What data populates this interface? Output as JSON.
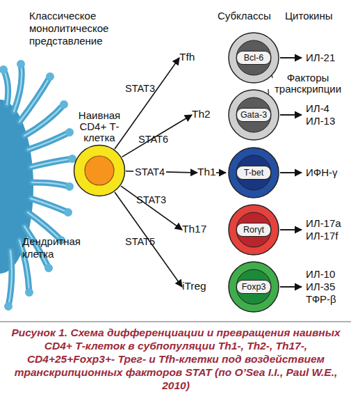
{
  "diagram": {
    "caption": "Рисунок 1. Схема дифференциации и превращения наивных CD4+ Т-клеток в субпопуляции Th1-, Th2-, Th17-, CD4+25+Foxp3+- Трег- и Tfh-клетки под воздействием транскрипционных факторов STAT (по O’Sea I.I., Paul W.E., 2010)",
    "nodes": [
      {
        "text": [
          "Наивная CD4+ Т-клетка"
        ]
      },
      {
        "text": [
          "Tfh"
        ]
      },
      {
        "text": [
          "Bcl-6"
        ],
        "in": 1
      },
      {
        "text": [
          "Th2"
        ]
      },
      {
        "text": [
          "Gata-3"
        ],
        "in": 3
      },
      {
        "text": [
          "Th1"
        ]
      },
      {
        "text": [
          "T-bet"
        ],
        "in": 5
      },
      {
        "text": [
          "Th17"
        ]
      },
      {
        "text": [
          "Rorγt"
        ],
        "in": 7
      },
      {
        "text": [
          "iTreg"
        ]
      },
      {
        "text": [
          "Foxp3"
        ],
        "in": 9
      }
    ],
    "edges": [
      {
        "from": 0,
        "to": 1,
        "label": "STAT3",
        "arrow": "to"
      },
      {
        "from": 0,
        "to": 3,
        "label": "STAT6",
        "arrow": "to"
      },
      {
        "from": 0,
        "to": 5,
        "label": "STAT4",
        "arrow": "to"
      },
      {
        "from": 0,
        "to": 7,
        "label": "STAT3",
        "arrow": "to"
      },
      {
        "from": 0,
        "to": 9,
        "label": "STAT5",
        "arrow": "to"
      }
    ],
    "labels": [
      "Классическое монолитическое представление",
      "Субклассы",
      "Цитокины",
      "Факторы транскрипции",
      "Дендритная клетка",
      "ИЛ-21",
      "ИЛ-4 ИЛ-13",
      "ИФН-γ",
      "ИЛ-17a ИЛ-17f",
      "ИЛ-10 ИЛ-35 ТФР-β"
    ]
  }
}
